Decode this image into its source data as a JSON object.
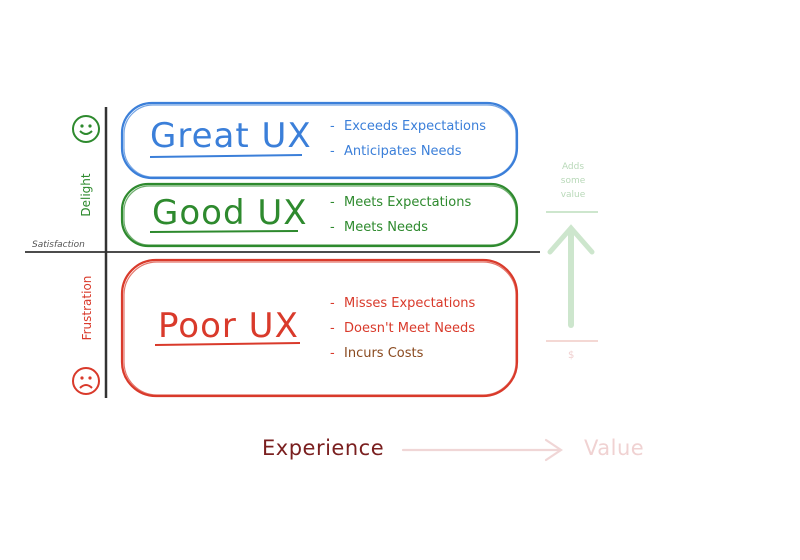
{
  "axis": {
    "satisfaction": "Satisfaction",
    "delight": "Delight",
    "frustration": "Frustration",
    "experience": "Experience",
    "value": "Value"
  },
  "boxes": [
    {
      "title": "Great UX",
      "color": "#3b7fd9",
      "items": [
        "Exceeds Expectations",
        "Anticipates Needs"
      ],
      "item_colors": [
        "#3b7fd9",
        "#3b7fd9"
      ]
    },
    {
      "title": "Good UX",
      "color": "#2e8a2e",
      "items": [
        "Meets Expectations",
        "Meets Needs"
      ],
      "item_colors": [
        "#2e8a2e",
        "#2e8a2e"
      ]
    },
    {
      "title": "Poor UX",
      "color": "#d93a2b",
      "items": [
        "Misses Expectations",
        "Doesn't Meet Needs",
        "Incurs Costs"
      ],
      "item_colors": [
        "#d93a2b",
        "#d93a2b",
        "#8a4a1f"
      ]
    }
  ],
  "value_scale": {
    "top_label": [
      "Adds",
      "some",
      "value"
    ],
    "bottom_label": "$"
  },
  "colors": {
    "happy_face": "#2e8a2e",
    "sad_face": "#d93a2b",
    "axis": "#333333",
    "experience": "#7a1f1f",
    "faded_green": "#cde6cd",
    "faded_red": "#f4d8d4"
  }
}
